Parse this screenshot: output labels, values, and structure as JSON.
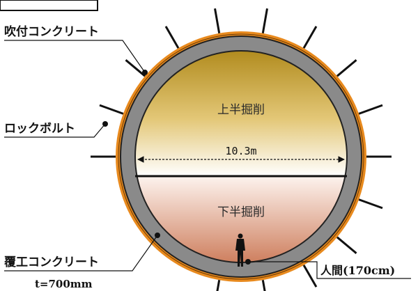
{
  "diagram": {
    "labels": {
      "shotcrete": "吹付コンクリート",
      "rock_bolt": "ロックボルト",
      "lining": "覆工コンクリート",
      "lining_thickness": "t=700mm",
      "upper_excavation": "上半掘削",
      "lower_excavation": "下半掘削",
      "width": "10.3m",
      "person": "人間(170cm)"
    },
    "colors": {
      "shotcrete": "#E88A1E",
      "lining": "#8A8A8A",
      "upper_top": "#B08A1C",
      "upper_mid": "#E3C777",
      "upper_bottom": "#FFFFFF",
      "lower_top": "#FDF3EE",
      "lower_bottom": "#CC7A58",
      "bolts": "#111111"
    },
    "icons": [
      "rock-bolt-icon",
      "person-silhouette-icon",
      "dimension-arrow-icon"
    ]
  }
}
